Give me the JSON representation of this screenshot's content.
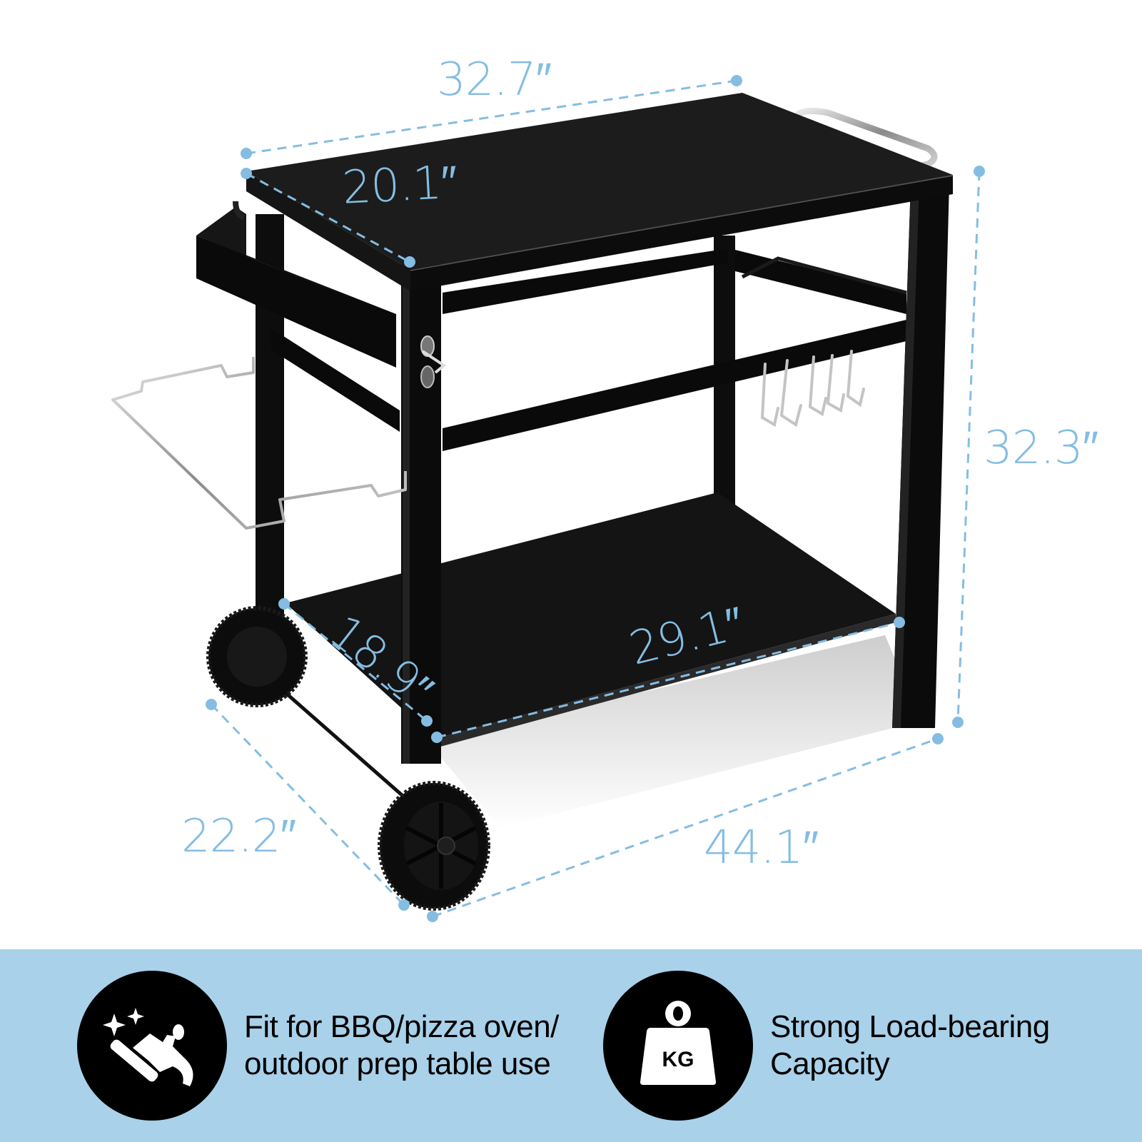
{
  "product": {
    "colors": {
      "accent_dimension": "#85bde2",
      "banner_background": "#a9d1e9",
      "cart_body": "#111111",
      "chrome": "#b8b8b8"
    }
  },
  "dimensions": {
    "top_width": "32.7″",
    "top_depth": "20.1″",
    "overall_height": "32.3″",
    "shelf_depth": "18.9″",
    "shelf_width": "29.1″",
    "overall_depth": "22.2″",
    "overall_width": "44.1″"
  },
  "features": [
    {
      "icon": "spatula-sparkle-icon",
      "lines": [
        "Fit for BBQ/pizza oven/",
        "outdoor prep table use"
      ]
    },
    {
      "icon": "kg-weight-icon",
      "icon_text": "KG",
      "lines": [
        "Strong Load-bearing",
        "Capacity"
      ]
    }
  ]
}
